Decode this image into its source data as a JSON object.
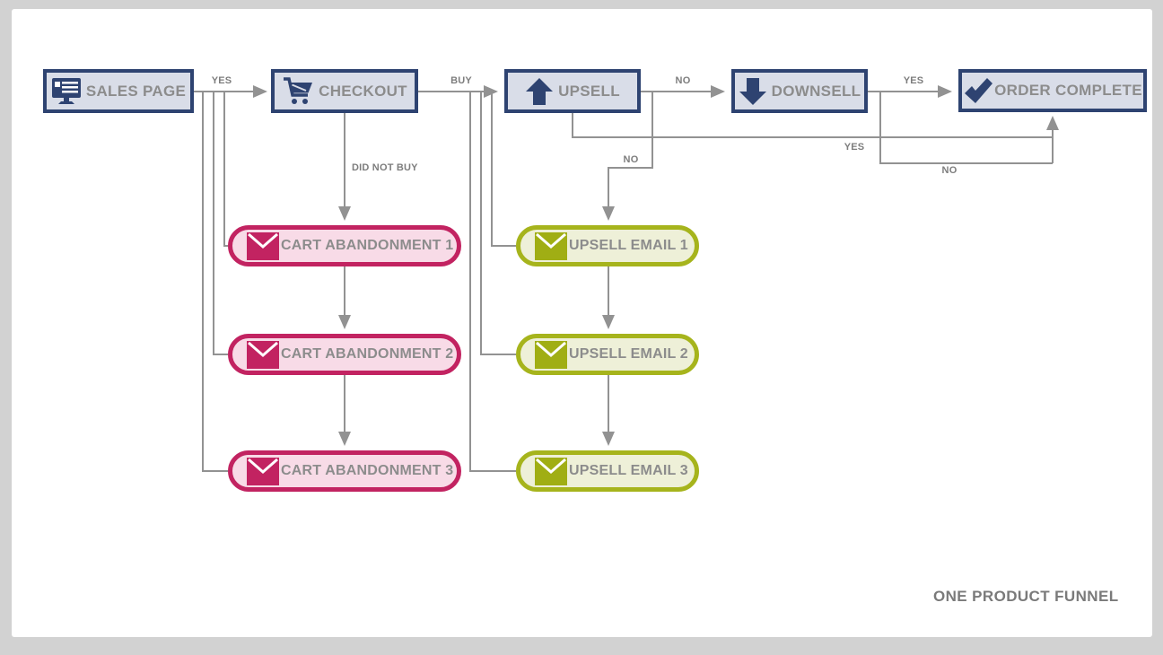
{
  "title": "ONE PRODUCT FUNNEL",
  "colors": {
    "background": "#d2d2d2",
    "canvas": "#ffffff",
    "node_border": "#2e4371",
    "node_fill": "#d9dde8",
    "label_text": "#8c8c8c",
    "connector": "#929292",
    "pink_border": "#c22361",
    "pink_fill": "#f8dbe7",
    "green_border": "#a6b41c",
    "green_fill": "#eef0d8"
  },
  "nodes": {
    "sales_page": {
      "label": "SALES PAGE",
      "icon": "monitor-icon"
    },
    "checkout": {
      "label": "CHECKOUT",
      "icon": "shopping-cart-icon"
    },
    "upsell": {
      "label": "UPSELL",
      "icon": "arrow-up-icon"
    },
    "downsell": {
      "label": "DOWNSELL",
      "icon": "arrow-down-icon"
    },
    "order_complete": {
      "label": "ORDER COMPLETE",
      "icon": "checkmark-icon"
    }
  },
  "emails": {
    "cart_abandonment": [
      {
        "label": "CART ABANDONMENT 1",
        "icon": "envelope-icon"
      },
      {
        "label": "CART ABANDONMENT 2",
        "icon": "envelope-icon"
      },
      {
        "label": "CART ABANDONMENT 3",
        "icon": "envelope-icon"
      }
    ],
    "upsell_emails": [
      {
        "label": "UPSELL EMAIL 1",
        "icon": "envelope-icon"
      },
      {
        "label": "UPSELL EMAIL 2",
        "icon": "envelope-icon"
      },
      {
        "label": "UPSELL EMAIL 3",
        "icon": "envelope-icon"
      }
    ]
  },
  "edge_labels": {
    "sales_to_checkout": "YES",
    "checkout_to_upsell": "BUY",
    "upsell_to_downsell": "NO",
    "downsell_to_order_complete": "YES",
    "checkout_to_cart_abandonment": "DID NOT BUY",
    "upsell_to_upsell_email": "NO",
    "upsell_to_order_complete": "YES",
    "downsell_no_to_order_complete": "NO"
  }
}
